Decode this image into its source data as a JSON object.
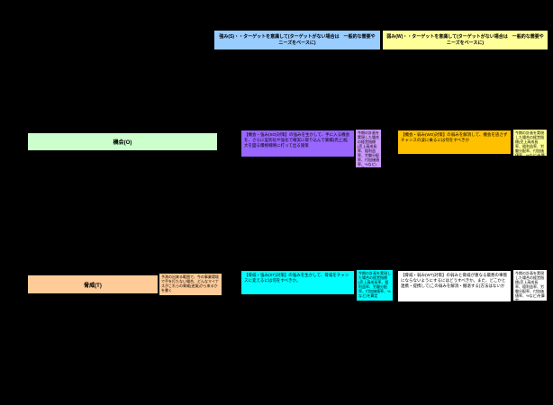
{
  "page": {
    "background_color": "#000000",
    "description": "クロスSWOT分析マトリクス"
  },
  "headers": {
    "strength": {
      "text": "強み(S)・・ターゲットを意識して(ターゲットがない場合は　一般的な需要やニーズをベースに)",
      "bg": "#99CCFF"
    },
    "weakness": {
      "text": "弱み(W)・・ターゲットを意識して(ターゲットがない場合は　一般的な需要やニーズをベースに)",
      "bg": "#FFFF99"
    }
  },
  "rows": {
    "opportunity": {
      "label": "機会(O)",
      "bg": "#CCFFCC"
    },
    "threat": {
      "label": "脅威(T)",
      "bg": "#FFCC99",
      "note": "予測の出来る範囲で、今の事業環境で手を打たない場合、どんなマイナスがこれらの脅威(逆風)から来るかを書く",
      "note_bg": "#FFCC99"
    }
  },
  "strategies": {
    "so": {
      "text": "【機会・強み(SO)対策】の強みを生かして、手に入る機会を、さらに差別化や強化で確実に取り込んで業績(売上)拡大を図る積極戦略に打って出る施策",
      "bg": "#9966FF",
      "note": "今期の計画を実現した場合の経営指標(売上高成長率、粗利益率、労働分配率、付加価値率、%など)を算定",
      "note_bg": "#CC99FF"
    },
    "wo": {
      "text": "【機会・弱み(WO)対策】の弱みを解消して、機会を逃さずチャンスの波に乗るには何をすべきか",
      "bg": "#FFC000",
      "note": "今期の計画を実現した場合の経営指標(売上高成長率、粗利益率、労働分配率、付加価値率、%など)を算定",
      "note_bg": "#FFFF99"
    },
    "st": {
      "text": "【脅威・強み(ST)対策】の強みを生かして、脅威をチャンスに変えるには何をすべきか。",
      "bg": "#00FFFF",
      "note": "今期の計画を実現した場合の経営指標(売上高成長率、粗利益率、労働分配率、付加価値率、%など)を算定",
      "note_bg": "#00FFFF"
    },
    "wt": {
      "text": "【脅威・弱み(WT)対策】の弱みと脅威が重なる最悪の事態にならないようにするにはどうすべきか。また、どこかと連携・提携して(この弱みを解消・撤退する)方法はないか",
      "bg": "#FFFFFF",
      "note": "今期の計画を実現した場合の経営指標(売上高成長率、粗利益率、労働分配率、付加価値率、%など)を算定",
      "note_bg": "#FFFFFF"
    }
  }
}
